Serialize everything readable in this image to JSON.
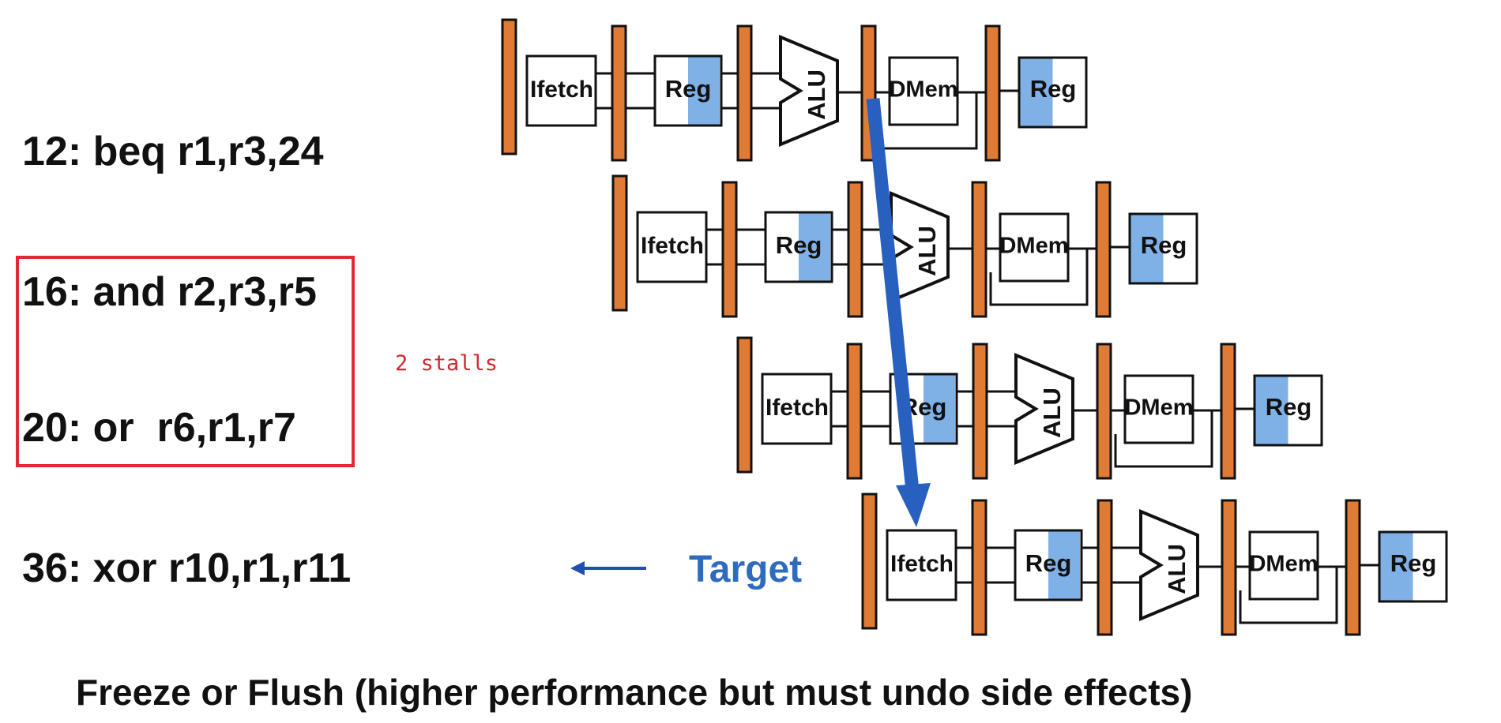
{
  "instructions": [
    {
      "text": "12: beq r1,r3,24"
    },
    {
      "text": "16: and r2,r3,r5"
    },
    {
      "text": "20: or  r6,r1,r7"
    },
    {
      "text": "36: xor r10,r1,r11"
    }
  ],
  "stalls_label": "2 stalls",
  "target_label": "Target",
  "caption": "Freeze or Flush (higher performance but must undo side effects)",
  "stage_labels": {
    "ifetch": "Ifetch",
    "reg": "Reg",
    "alu": "ALU",
    "dmem": "DMem",
    "reg_wb": "Reg"
  },
  "colors": {
    "pipeline_register": "#e07b35",
    "reg_shade": "#7fb0e6",
    "arrow": "#2860c0",
    "box": "#ff0000",
    "stalls": "#d1282e",
    "target": "#2e6bbf"
  }
}
